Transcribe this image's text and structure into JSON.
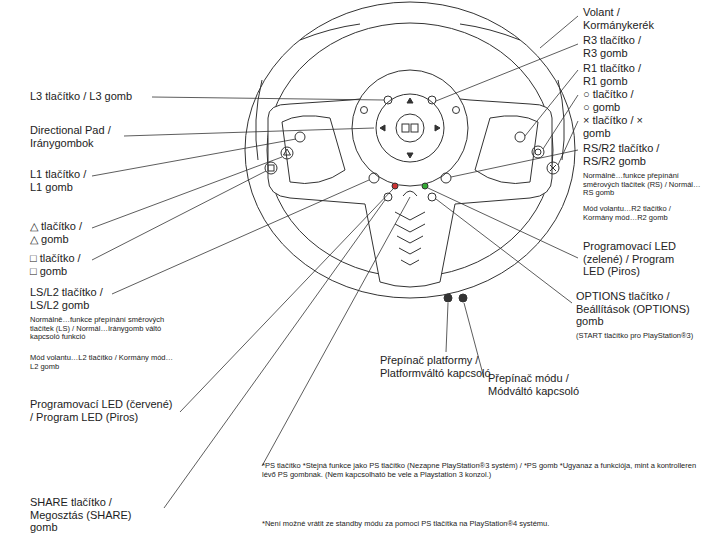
{
  "diagram": {
    "labels": [
      "L3 tlačítko / L3 gomb",
      "Directional Pad / Iránygombok",
      "L1 tlačítko / L1 gomb",
      "△ tlačítko / △ gomb",
      "□ tlačítko / □ gomb",
      "LS/L2 tlačítko / LS/L2 gomb",
      "Normálně…funkce přepínání směrových tlačítek (LS) / Normál…Iránygomb váltó kapcsoló funkció",
      "Mód volantu…L2 tlačítko / Kormány mód…L2 gomb",
      "Programovací LED (červené) / Program LED (Piros)",
      "SHARE tlačítko / Megosztás (SHARE) gomb",
      "Volant / Kormánykerék",
      "R3 tlačítko / R3 gomb",
      "R1 tlačítko / R1 gomb",
      "○ tlačítko / ○ gomb",
      "× tlačítko / × gomb",
      "RS/R2 tlačítko / RS/R2 gomb",
      "Normálně…funkce přepínání směrových tlačítek (RS) / Normál…RS gomb",
      "Mód volantu…R2 tlačítko / Kormány mód…R2 gomb",
      "Programovací LED (zelené) / Program LED (Piros)",
      "OPTIONS tlačítko / Beállítások (OPTIONS) gomb",
      "(START tlačítko pro PlayStation®3)",
      "Přepínač platformy / Platformváltó kapcsoló",
      "Přepínač módu / Módváltó kapcsoló",
      "*PS tlačítko *Stejná funkce jako PS tlačítko (Nezapne PlayStation®3 systém) / *PS gomb *Ugyanaz a funkciója, mint a kontrolleren lévő PS gombnak. (Nem kapcsolható be vele a Playstation 3 konzol.)",
      "*Není možné vrátit ze standby módu za pomoci PS tlačítka na PlayStation®4 systému."
    ]
  }
}
